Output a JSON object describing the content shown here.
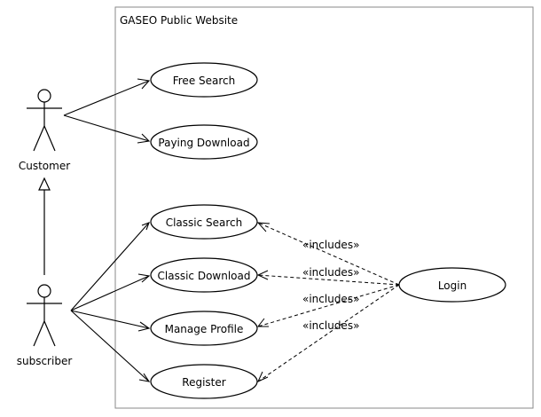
{
  "system": {
    "title": "GASEO Public Website"
  },
  "actors": {
    "customer": {
      "label": "Customer"
    },
    "subscriber": {
      "label": "subscriber"
    }
  },
  "use_cases": {
    "free_search": "Free Search",
    "paying_download": "Paying Download",
    "classic_search": "Classic Search",
    "classic_download": "Classic Download",
    "manage_profile": "Manage Profile",
    "register": "Register",
    "login": "Login"
  },
  "relations": {
    "includes_label": "«includes»"
  },
  "colors": {
    "stroke": "#000000",
    "fill": "#ffffff",
    "frame": "#7f7f7f"
  }
}
